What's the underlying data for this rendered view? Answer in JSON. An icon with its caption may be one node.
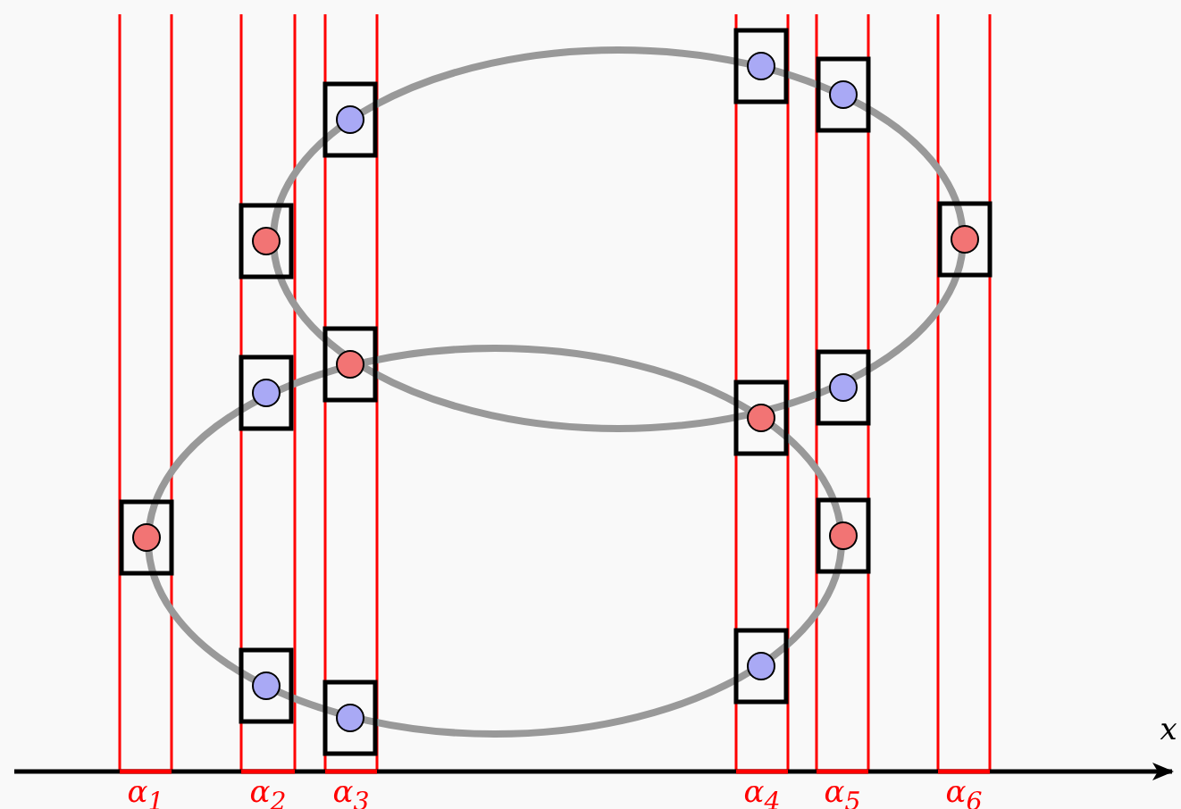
{
  "diagram": {
    "labels": [
      "x",
      "α$_{1}$",
      "α$_{2}$",
      "α$_{3}$",
      "α$_{4}$",
      "α$_{5}$",
      "α$_{6}$"
    ]
  }
}
